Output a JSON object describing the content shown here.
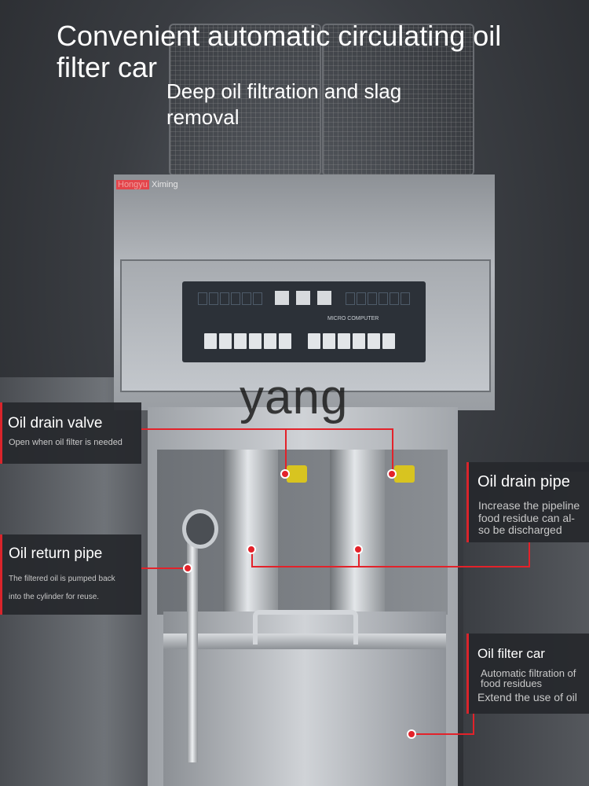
{
  "header": {
    "title": "Convenient automatic circulating oil filter car",
    "subtitle": "Deep oil filtration and slag removal"
  },
  "brand": {
    "prefix": "Hongyu",
    "name": "Ximing"
  },
  "control_panel": {
    "label": "MICRO COMPUTER"
  },
  "watermark": "yang",
  "callouts": {
    "oil_drain_valve": {
      "title": "Oil drain valve",
      "desc": "Open when oil filter is needed"
    },
    "oil_return_pipe": {
      "title": "Oil return pipe",
      "desc_line1": "The filtered oil is pumped back",
      "desc_line2": "into the cylinder for reuse."
    },
    "oil_drain_pipe": {
      "title": "Oil drain pipe",
      "desc_line1": "Increase the pipeline",
      "desc_line2": "food residue can al-",
      "desc_line3": "so be discharged"
    },
    "oil_filter_car": {
      "title": "Oil filter car",
      "desc_line1": "Automatic filtration of",
      "desc_line2": "food residues",
      "desc_line3": "Extend the use of oil"
    }
  },
  "colors": {
    "accent": "#e3222a",
    "label_bg": "#26282c",
    "valve": "#d8c420"
  }
}
